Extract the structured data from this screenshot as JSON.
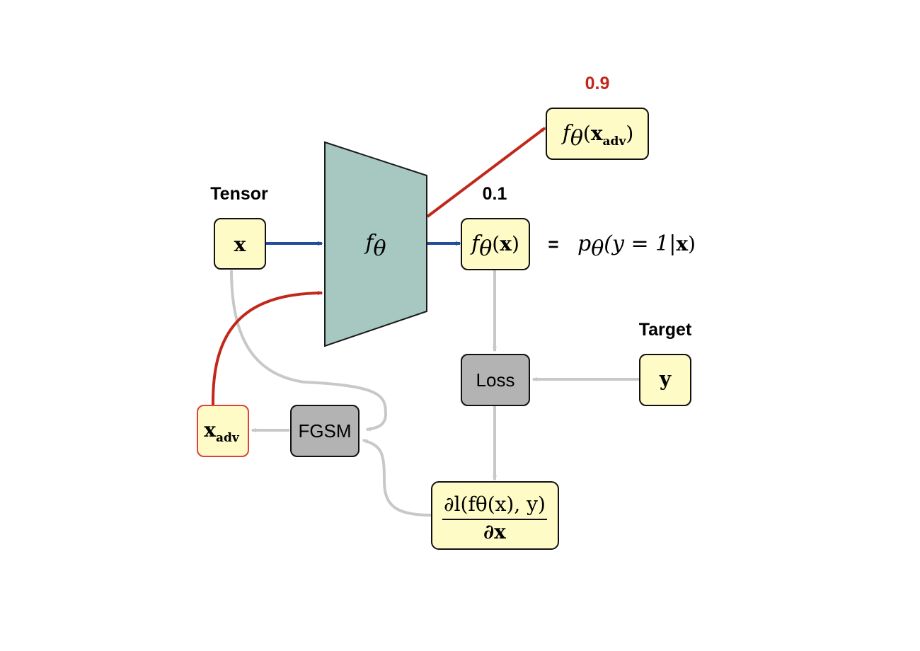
{
  "labels": {
    "input_heading": "Tensor",
    "target_heading": "Target",
    "clean_score": "0.1",
    "adv_score": "0.9"
  },
  "nodes": {
    "input": {
      "var": "x"
    },
    "model": {
      "func": "f",
      "sub": "θ"
    },
    "output": {
      "func": "f",
      "sub": "θ",
      "open": "(",
      "var": "x",
      "close": ")"
    },
    "adv_output": {
      "func": "f",
      "sub": "θ",
      "open": "(",
      "var": "x",
      "var_sub": "adv",
      "close": ")"
    },
    "loss": {
      "label": "Loss"
    },
    "target": {
      "var": "y"
    },
    "fgsm": {
      "label": "FGSM"
    },
    "adv_input": {
      "var": "x",
      "var_sub": "adv"
    },
    "gradient": {
      "numerator": "∂l(fθ(x), y)",
      "denominator": "∂x"
    }
  },
  "equation": {
    "equals": "=",
    "rhs_p": "p",
    "rhs_sub": "θ",
    "rhs_open": "(y = 1|",
    "rhs_var": "x",
    "rhs_close": ")"
  },
  "colors": {
    "box_fill": "#FFFBC7",
    "gray_box_fill": "#B3B3B3",
    "model_fill": "#A6C8C1",
    "blue_arrow": "#224F9C",
    "red_arrow": "#C0281B",
    "gray_arrow": "#C8C8C8",
    "adv_border": "#E0403A"
  }
}
